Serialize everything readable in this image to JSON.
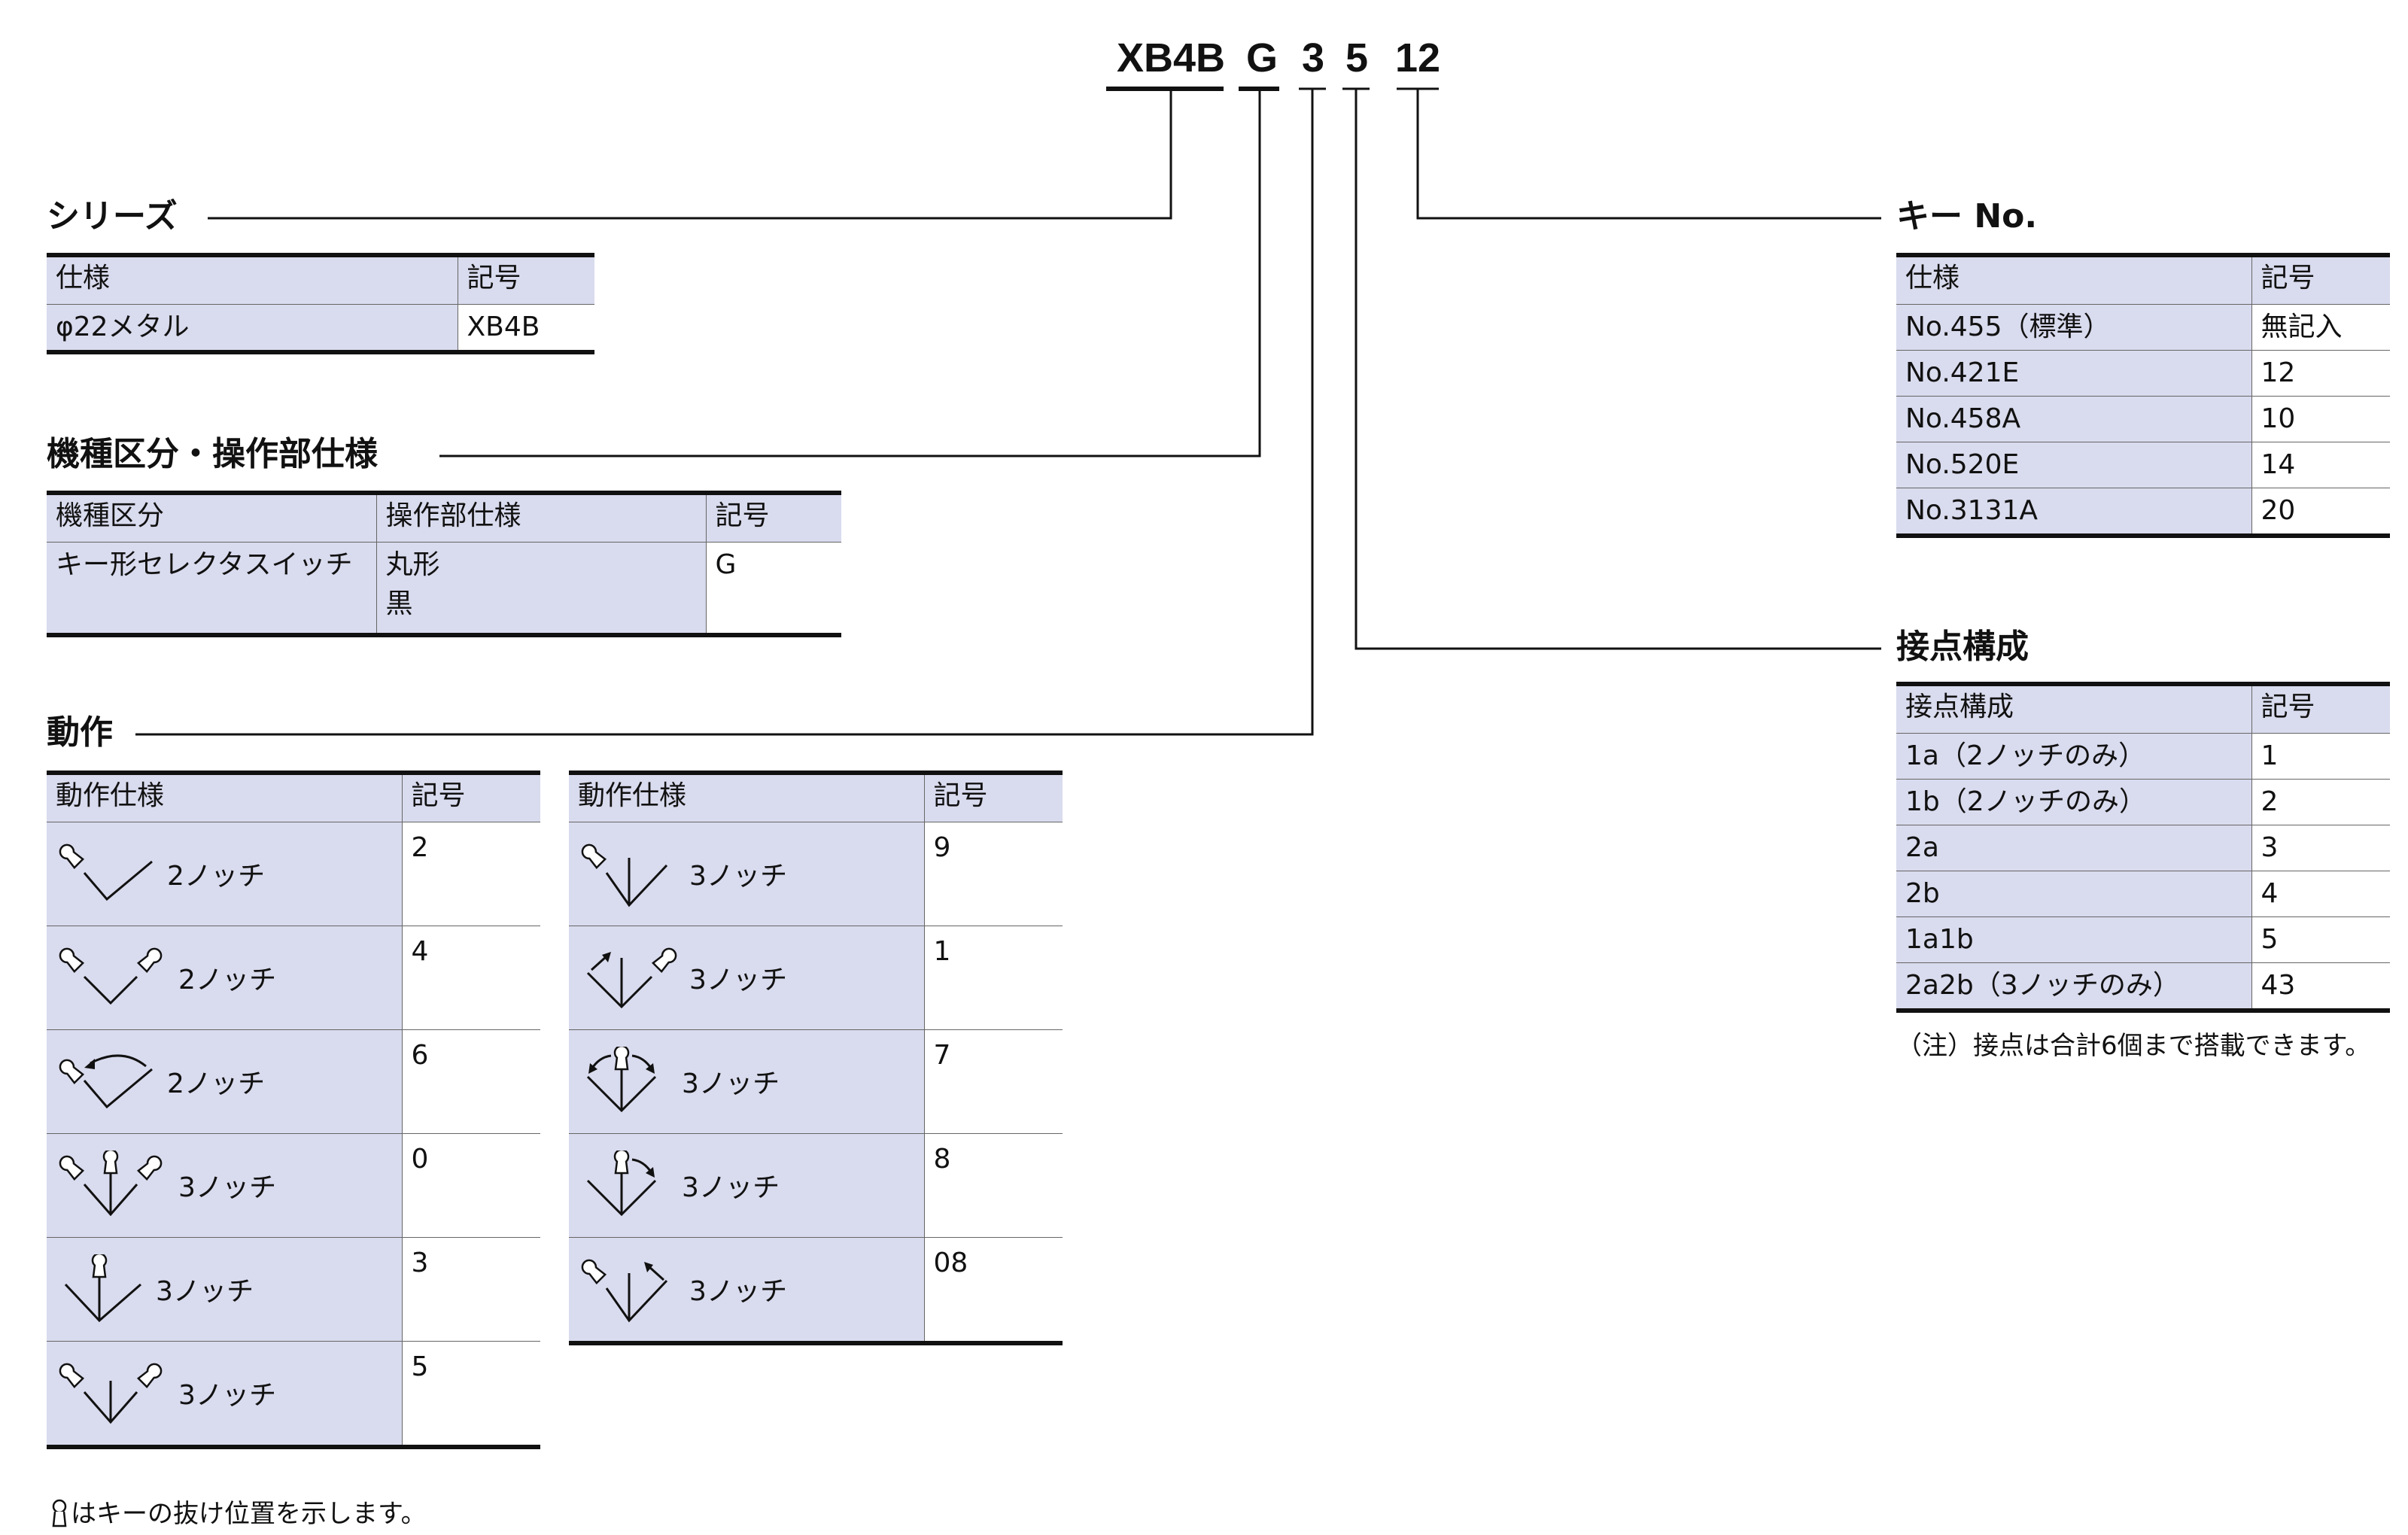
{
  "model_code": {
    "parts": [
      "XB4B",
      "G",
      "3",
      "5",
      "12"
    ]
  },
  "series": {
    "title": "シリーズ",
    "headers": [
      "仕様",
      "記号"
    ],
    "rows": [
      [
        "φ22メタル",
        "XB4B"
      ]
    ]
  },
  "type_section": {
    "title": "機種区分・操作部仕様",
    "headers": [
      "機種区分",
      "操作部仕様",
      "記号"
    ],
    "rows": [
      [
        "キー形セレクタスイッチ",
        "丸形",
        "黒",
        "G"
      ]
    ]
  },
  "action": {
    "title": "動作",
    "headers": [
      "動作仕様",
      "記号"
    ],
    "left_rows": [
      {
        "notch": "2ノッチ",
        "code": "2",
        "icon": "two-notch-left-icon"
      },
      {
        "notch": "2ノッチ",
        "code": "4",
        "icon": "two-notch-both-icon"
      },
      {
        "notch": "2ノッチ",
        "code": "6",
        "icon": "two-notch-spring-return-icon"
      },
      {
        "notch": "3ノッチ",
        "code": "0",
        "icon": "three-notch-all-icon"
      },
      {
        "notch": "3ノッチ",
        "code": "3",
        "icon": "three-notch-center-icon"
      },
      {
        "notch": "3ノッチ",
        "code": "5",
        "icon": "three-notch-left-right-icon"
      }
    ],
    "right_rows": [
      {
        "notch": "3ノッチ",
        "code": "9",
        "icon": "three-notch-left-only-icon"
      },
      {
        "notch": "3ノッチ",
        "code": "1",
        "icon": "three-notch-right-spring-left-icon"
      },
      {
        "notch": "3ノッチ",
        "code": "7",
        "icon": "three-notch-center-spring-both-icon"
      },
      {
        "notch": "3ノッチ",
        "code": "8",
        "icon": "three-notch-center-spring-right-icon"
      },
      {
        "notch": "3ノッチ",
        "code": "08",
        "icon": "three-notch-left-spring-right-icon"
      }
    ],
    "note": "はキーの抜け位置を示します。"
  },
  "key_no": {
    "title": "キー No.",
    "headers": [
      "仕様",
      "記号"
    ],
    "rows": [
      [
        "No.455（標準）",
        "無記入"
      ],
      [
        "No.421E",
        "12"
      ],
      [
        "No.458A",
        "10"
      ],
      [
        "No.520E",
        "14"
      ],
      [
        "No.3131A",
        "20"
      ]
    ]
  },
  "contact": {
    "title": "接点構成",
    "headers": [
      "接点構成",
      "記号"
    ],
    "rows": [
      [
        "1a（2ノッチのみ）",
        "1"
      ],
      [
        "1b（2ノッチのみ）",
        "2"
      ],
      [
        "2a",
        "3"
      ],
      [
        "2b",
        "4"
      ],
      [
        "1a1b",
        "5"
      ],
      [
        "2a2b（3ノッチのみ）",
        "43"
      ]
    ],
    "note": "（注）接点は合計6個まで搭載できます。"
  },
  "colors": {
    "header_fill": "#d9dbee",
    "rule": "#111111"
  }
}
